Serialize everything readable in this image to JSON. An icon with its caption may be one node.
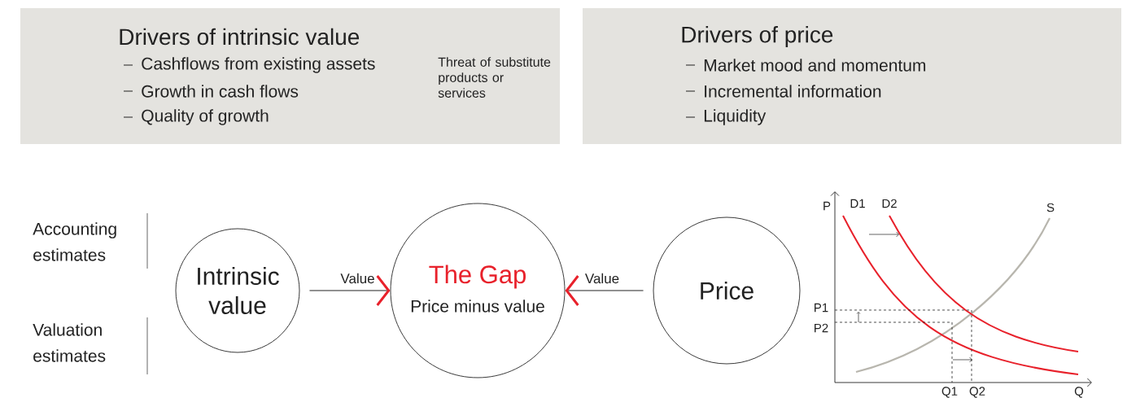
{
  "diagram": {
    "nodes": [
      {
        "text": [
          "Drivers of intrinsic value",
          "Cashflows from existing assets",
          "Growth in cash flows",
          "Quality of growth",
          "Threat of substitute products or services"
        ]
      },
      {
        "text": [
          "Drivers of price",
          "Market mood and momentum",
          "Incremental information",
          "Liquidity"
        ]
      },
      {
        "text": [
          "Intrinsic value"
        ]
      },
      {
        "text": [
          "The Gap",
          "Price minus value"
        ]
      },
      {
        "text": [
          "Price"
        ]
      }
    ],
    "edges": [
      {
        "from": 2,
        "to": 3,
        "arrow": "to",
        "label": "Value"
      },
      {
        "from": 4,
        "to": 3,
        "arrow": "to",
        "label": "Value"
      }
    ],
    "labels": [
      "Accounting estimates",
      "Valuation estimates",
      "P",
      "D1",
      "D2",
      "S",
      "P1",
      "P2",
      "Q1",
      "Q2",
      "Q"
    ]
  }
}
